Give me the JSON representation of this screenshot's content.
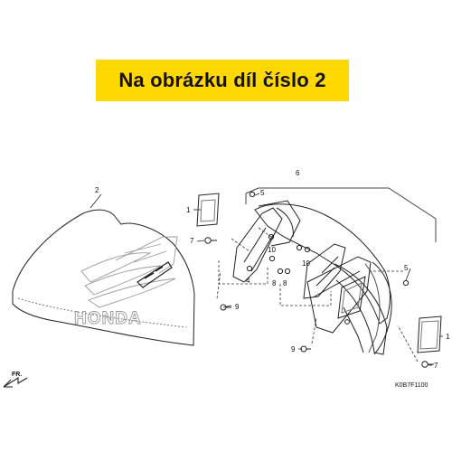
{
  "banner": {
    "text": "Na obrázku díl číslo 2",
    "background": "#ffd800"
  },
  "callouts": {
    "p1a": "1",
    "p1b": "1",
    "p2": "2",
    "p4": "4",
    "p5a": "5",
    "p5b": "5",
    "p6": "6",
    "p7a": "7",
    "p7b": "7",
    "p8a": "8",
    "p8b": "8",
    "p9a": "9",
    "p9b": "9",
    "p10a": "10",
    "p10b": "10"
  },
  "brand_mark": "HONDA",
  "direction_label": "FR.",
  "diagram_code": "K0B7F1100"
}
